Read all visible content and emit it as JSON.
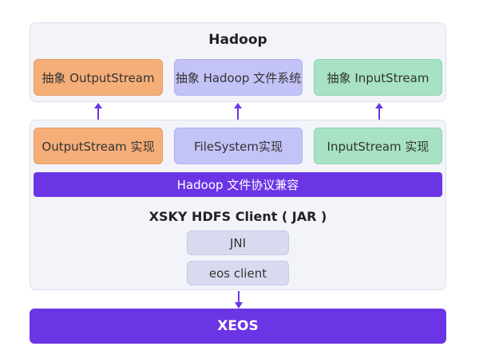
{
  "hadoop_layer": {
    "title": "Hadoop",
    "boxes": [
      "抽象 OutputStream",
      "抽象 Hadoop 文件系统",
      "抽象 InputStream"
    ]
  },
  "client_layer": {
    "boxes": [
      "OutputStream 实现",
      "FileSystem实现",
      "InputStream 实现"
    ],
    "compat_bar": "Hadoop 文件协议兼容",
    "title": "XSKY HDFS Client ( JAR )",
    "stack": [
      "JNI",
      "eos client"
    ]
  },
  "base": {
    "label": "XEOS"
  },
  "colors": {
    "orange": "#f6ae78",
    "lilac": "#c3c3f8",
    "mint": "#a6e2c3",
    "purple": "#6b35e6",
    "panel": "#f3f4f9"
  }
}
